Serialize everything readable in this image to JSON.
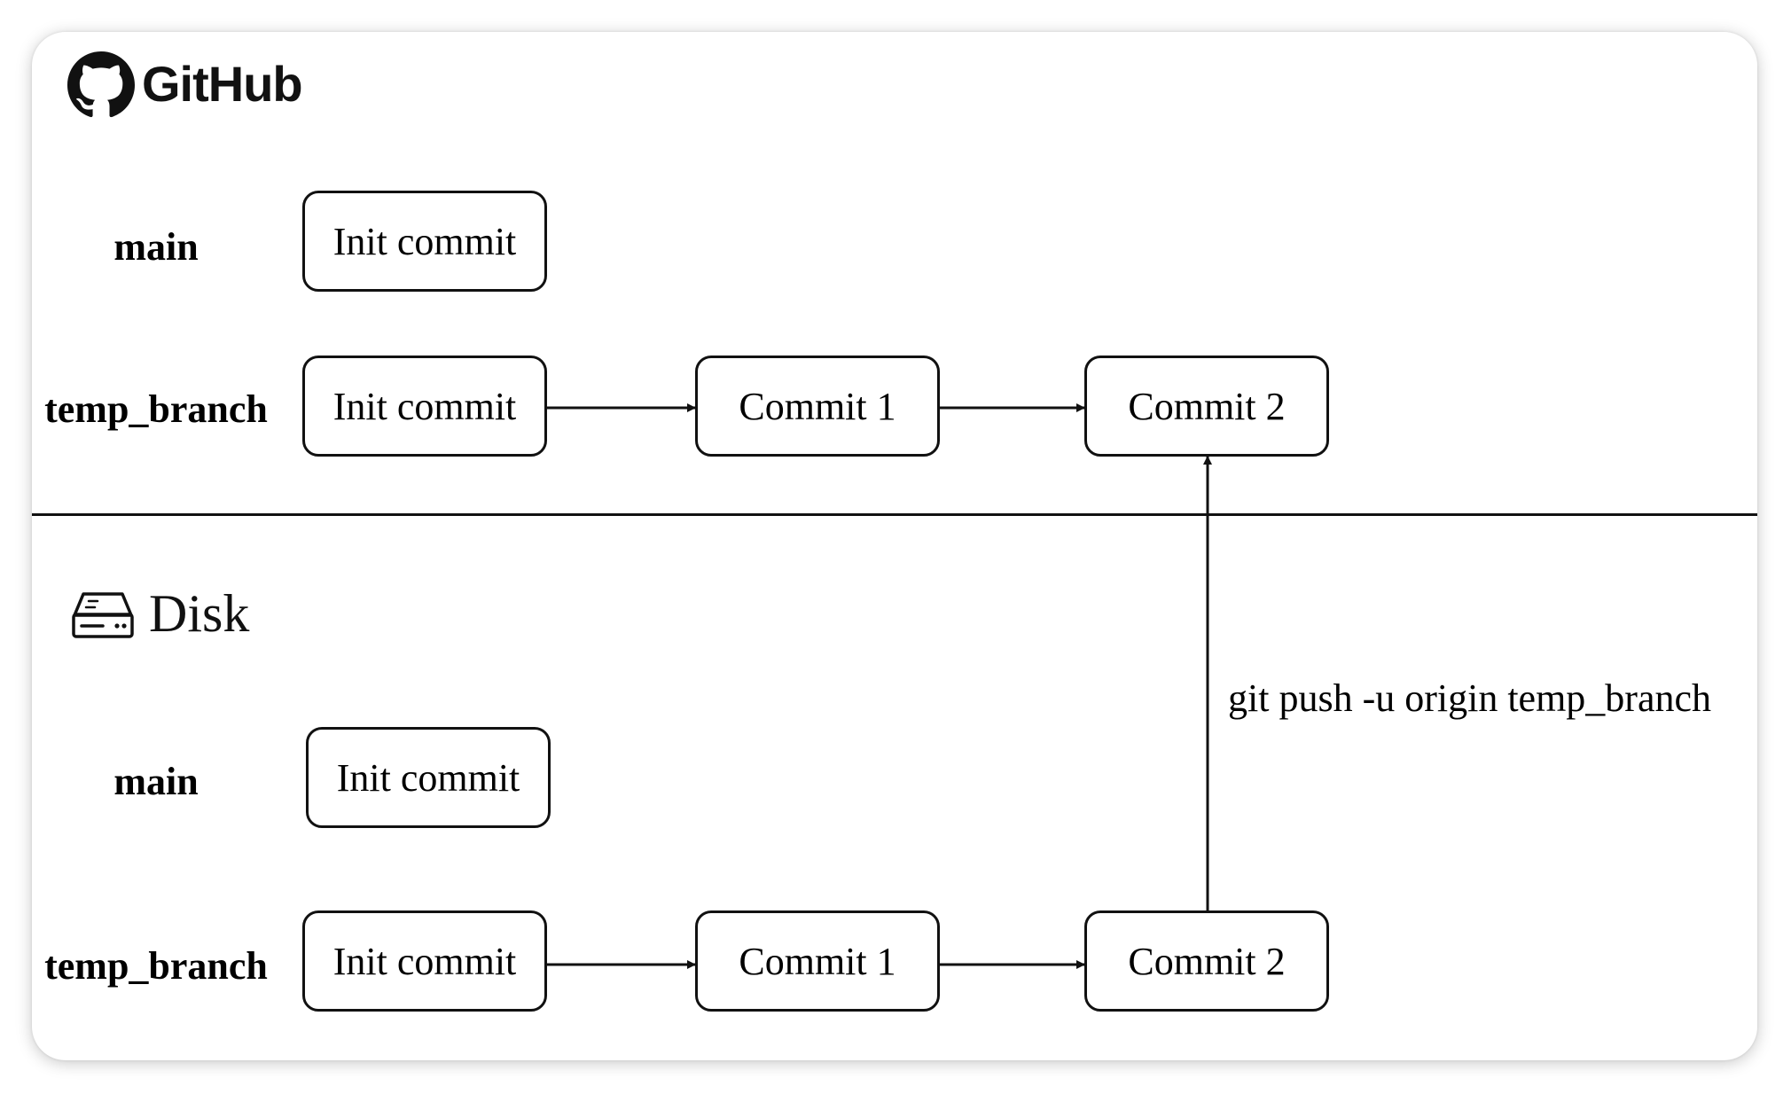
{
  "github": {
    "title": "GitHub",
    "icon": "github-icon",
    "branches": [
      {
        "label": "main",
        "commits": [
          "Init commit"
        ]
      },
      {
        "label": "temp_branch",
        "commits": [
          "Init commit",
          "Commit 1",
          "Commit 2"
        ]
      }
    ]
  },
  "disk": {
    "title": "Disk",
    "icon": "hard-drive-icon",
    "branches": [
      {
        "label": "main",
        "commits": [
          "Init commit"
        ]
      },
      {
        "label": "temp_branch",
        "commits": [
          "Init commit",
          "Commit 1",
          "Commit 2"
        ]
      }
    ]
  },
  "push": {
    "command": "git push -u origin temp_branch"
  },
  "colors": {
    "stroke": "#111111",
    "background": "#ffffff"
  }
}
